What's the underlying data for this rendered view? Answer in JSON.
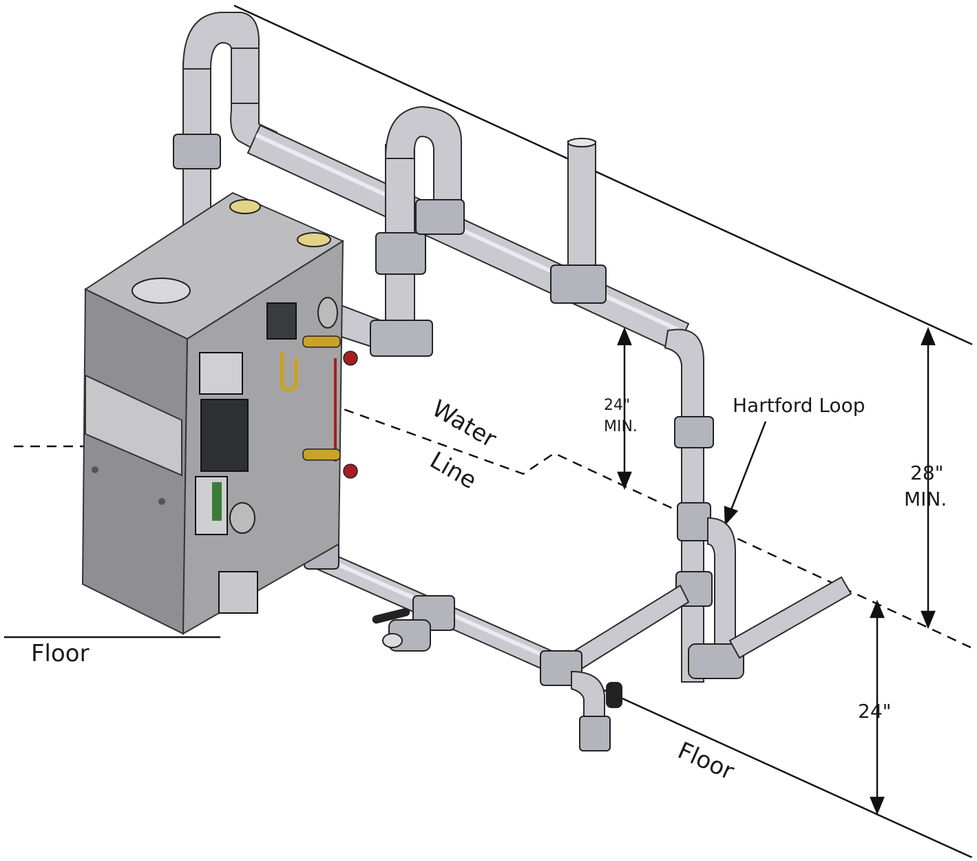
{
  "labels": {
    "floor_left": "Floor",
    "floor_right": "Floor",
    "water_word1": "Water",
    "water_word2": "Line",
    "hartford": "Hartford Loop",
    "dim24min_a": "24\"",
    "dim24min_b": "MIN.",
    "dim28min_a": "28\"",
    "dim28min_b": "MIN.",
    "dim24": "24\""
  },
  "colors": {
    "cabinet": "#9b9b9e",
    "cabinet_top": "#bdbdc0",
    "pipe": "#c9c9cf",
    "valve_brass": "#c9a227",
    "valve_red": "#a51e22",
    "panel_dark": "#2f3033"
  },
  "icons": [
    "steam-boiler",
    "pressure-control",
    "gauge-glass",
    "ball-valve",
    "gas-valve"
  ]
}
